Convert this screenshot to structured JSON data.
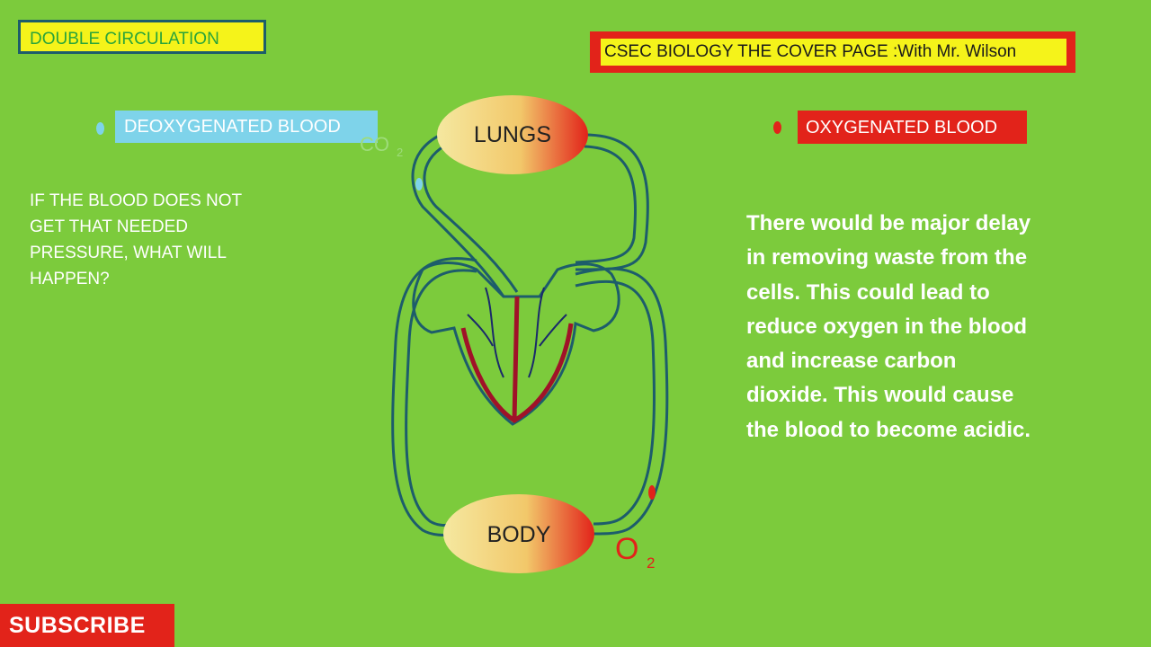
{
  "header": {
    "title": "DOUBLE CIRCULATION",
    "cover_page": "CSEC BIOLOGY THE COVER PAGE :With Mr. Wilson"
  },
  "legend": {
    "deoxygenated": "DEOXYGENATED BLOOD",
    "oxygenated": "OXYGENATED BLOOD"
  },
  "diagram": {
    "lungs_label": "LUNGS",
    "body_label": "BODY",
    "co2_label": "CO",
    "co2_sub": "2",
    "o2_label": "O",
    "o2_sub": "2"
  },
  "question": "IF THE BLOOD DOES NOT GET THAT NEEDED PRESSURE, WHAT WILL HAPPEN?",
  "answer": "There would be major delay in removing waste from the cells. This could lead to reduce oxygen in the blood and increase carbon dioxide. This would cause the blood to become acidic.",
  "subscribe": "SUBSCRIBE",
  "colors": {
    "background": "#7ccb3c",
    "deoxygenated": "#7ed3ea",
    "oxygenated": "#e2231a",
    "title_bg": "#f5f31a"
  }
}
